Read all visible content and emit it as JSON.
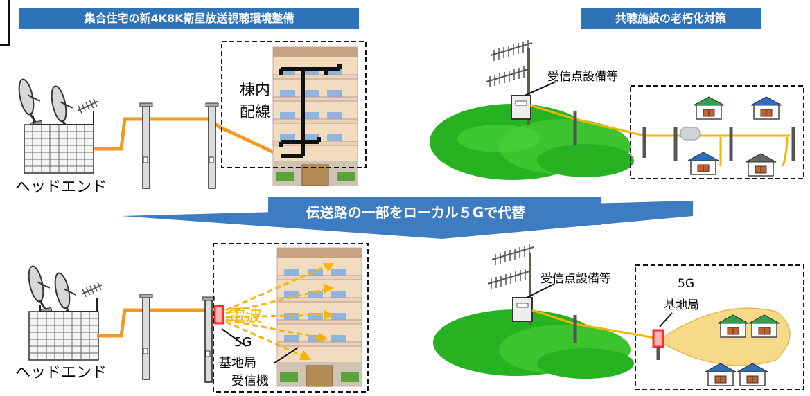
{
  "titles": {
    "left": "集合住宅の新4K8K衛星放送視聴環境整備",
    "right": "共聴施設の老朽化対策"
  },
  "banner": {
    "text": "伝送路の一部をローカル５Gで代替"
  },
  "top_left": {
    "headend_label": "ヘッドエンド",
    "wiring_label_line1": "棟内",
    "wiring_label_line2": "配線"
  },
  "top_right": {
    "receiving_label": "受信点設備等"
  },
  "bottom_left": {
    "headend_label": "ヘッドエンド",
    "radio_label": "電波",
    "station_line1": "5G",
    "station_line2": "基地局",
    "receiver_label": "受信機"
  },
  "bottom_right": {
    "receiving_label": "受信点設備等",
    "station_line1": "5G",
    "station_line2": "基地局"
  },
  "colors": {
    "title_bg": "#2e73b8",
    "banner": "#3d7cc0",
    "cable": "#f39a1e",
    "radio_wave": "#f7b500",
    "station": "#ff2b2b",
    "hill": "#26b321",
    "coverage": "#f7d98a"
  }
}
